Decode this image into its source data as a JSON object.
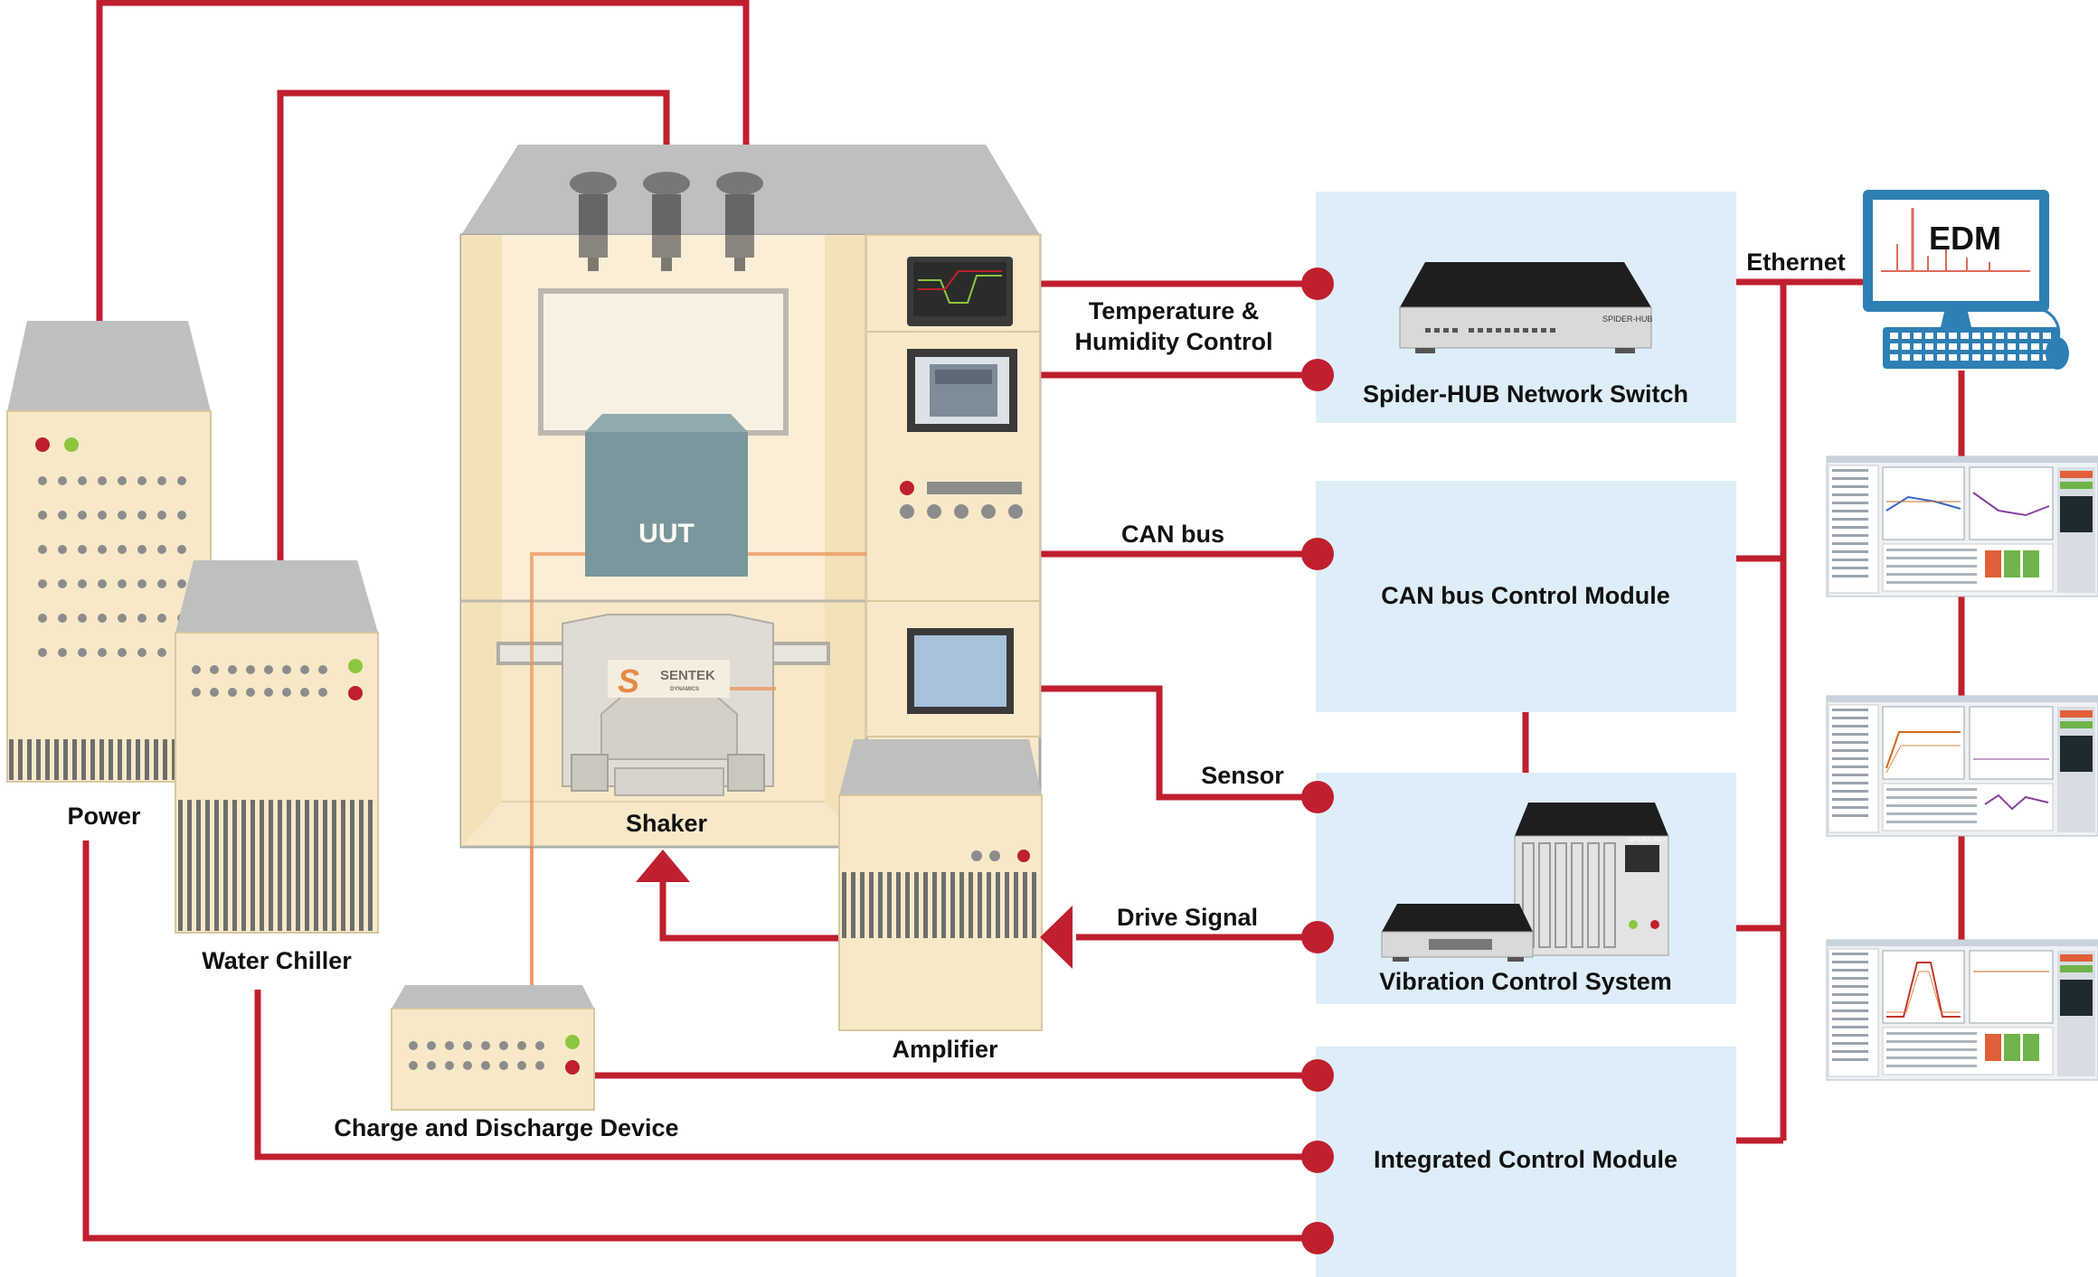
{
  "colors": {
    "wire": "#C01F2E",
    "cabinet": "#F7E9C7",
    "cabinet_top": "#BFBFBF",
    "module_box": "#DDEEF8",
    "uut": "#4F7C8E",
    "dot_green": "#8CC63F",
    "dot_red": "#C01F2E"
  },
  "labels": {
    "power": "Power",
    "water_chiller": "Water Chiller",
    "charge_device": "Charge and Discharge Device",
    "shaker": "Shaker",
    "amplifier": "Amplifier",
    "uut": "UUT",
    "temp_line1": "Temperature &",
    "temp_line2": "Humidity Control",
    "can_bus": "CAN bus",
    "sensor": "Sensor",
    "drive_signal": "Drive Signal",
    "ethernet": "Ethernet",
    "edm": "EDM",
    "spider_hub": "Spider-HUB Network Switch",
    "can_module": "CAN bus Control Module",
    "vibration_system": "Vibration Control System",
    "integrated_module": "Integrated Control Module",
    "sentek": "SENTEK",
    "dynamics": "DYNAMICS",
    "hub_brand": "SPIDER-HUB",
    "box_brand": "SPIDER-BOX"
  }
}
